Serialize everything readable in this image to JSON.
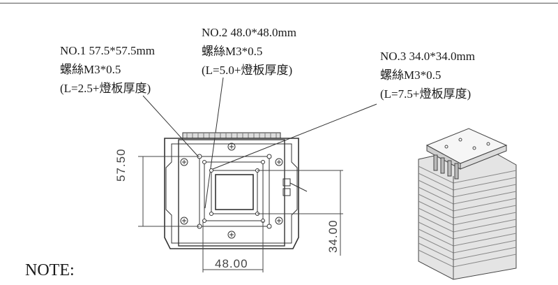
{
  "callouts": [
    {
      "line1": "NO.1 57.5*57.5mm",
      "line2": "螺絲M3*0.5",
      "line3": "(L=2.5+燈板厚度)"
    },
    {
      "line1": "NO.2 48.0*48.0mm",
      "line2": "螺絲M3*0.5",
      "line3": "(L=5.0+燈板厚度)"
    },
    {
      "line1": "NO.3 34.0*34.0mm",
      "line2": "螺絲M3*0.5",
      "line3": "(L=7.5+燈板厚度)"
    }
  ],
  "dimensions": {
    "left": "57.50",
    "bottom": "48.00",
    "right": "34.00"
  },
  "note": "NOTE:"
}
